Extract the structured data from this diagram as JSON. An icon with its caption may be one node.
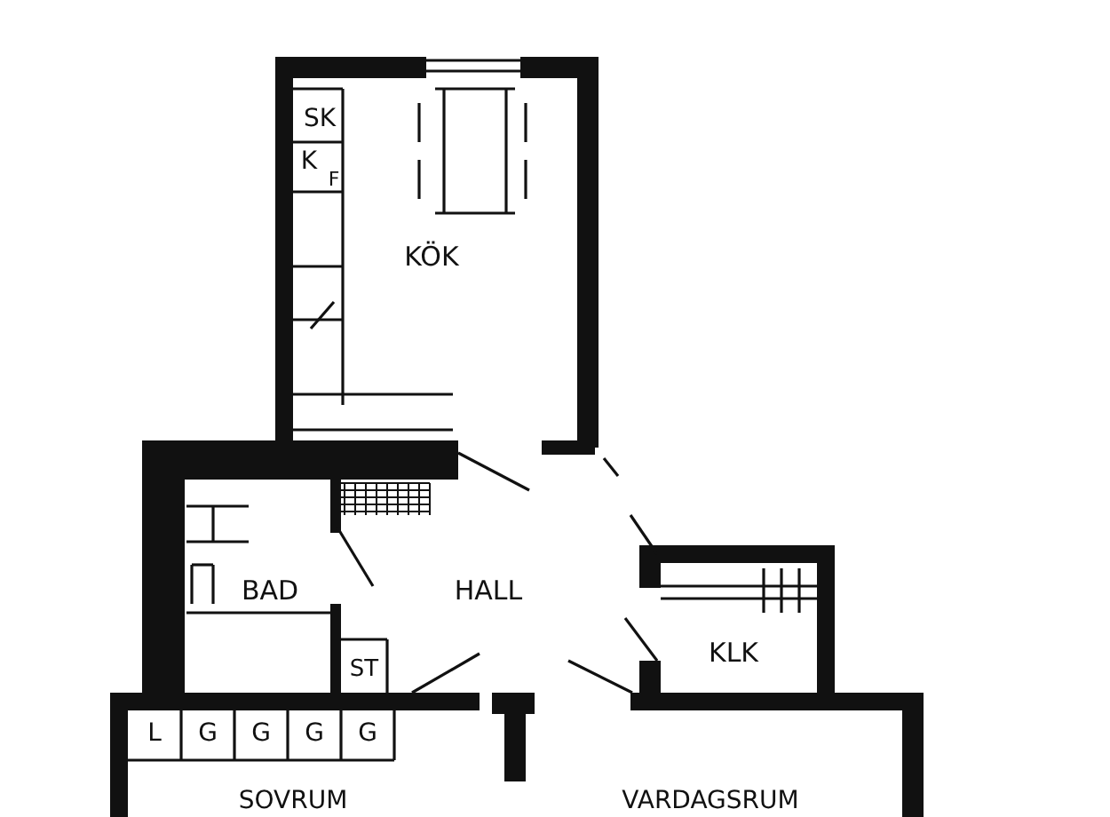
{
  "diagram": {
    "labels": [
      "SK",
      "K",
      "F",
      "KÖK",
      "BAD",
      "HALL",
      "ST",
      "KLK",
      "L",
      "G",
      "G",
      "G",
      "G",
      "SOVRUM",
      "VARDAGSRUM"
    ]
  }
}
